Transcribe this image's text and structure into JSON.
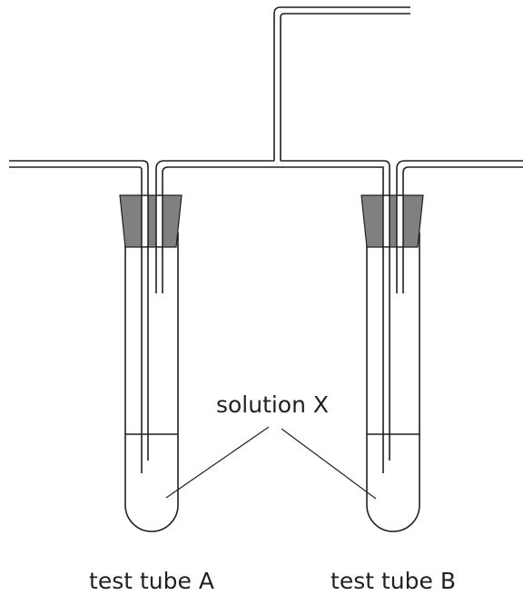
{
  "labels": {
    "solution": "solution X",
    "tube_a": "test tube A",
    "tube_b": "test tube B"
  },
  "colors": {
    "line": "#231f20",
    "stopper": "#808080",
    "background": "#ffffff"
  }
}
